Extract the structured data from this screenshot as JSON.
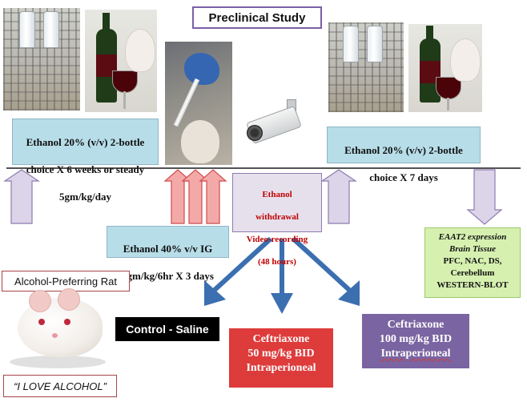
{
  "title": "Preclinical Study",
  "timeline": {
    "phase1": {
      "line1": "Ethanol 20% (v/v) 2-bottle",
      "line2": "choice X 6 weeks or steady",
      "line3": "5gm/kg/day"
    },
    "phase2": {
      "line1": "Ethanol 40% v/v IG",
      "line2": "4gm/kg/6hr X 3 days"
    },
    "withdrawal": {
      "line1": "Ethanol",
      "line2": "withdrawal",
      "line3": "Video-recording",
      "line4": "(48 hours)"
    },
    "phase3": {
      "line1": "Ethanol 20% (v/v) 2-bottle",
      "line2": "choice X 7 days"
    },
    "analysis": {
      "line1": "EAAT2 expression",
      "line2": "Brain Tissue",
      "line3": "PFC, NAC, DS,",
      "line4": "Cerebellum",
      "line5": "WESTERN-BLOT"
    }
  },
  "groups": {
    "control": "Control - Saline",
    "low_dose": {
      "line1": "Ceftriaxone",
      "line2": "50 mg/kg BID",
      "line3": "Intraperioneal"
    },
    "high_dose": {
      "line1": "Ceftriaxone",
      "line2": "100 mg/kg BID",
      "line3": "Intraperioneal"
    }
  },
  "subject": {
    "label": "Alcohol-Preferring Rat",
    "quote": "“I LOVE ALCOHOL”"
  },
  "colors": {
    "title_border": "#7b5ea7",
    "blue_box": "#b7dde8",
    "lavender_box": "#e6e0ec",
    "green_box": "#d6f0b0",
    "red_box": "#de3b3b",
    "purple_box": "#7a64a1",
    "arrow_blue": "#3b6fb0",
    "marker_purple": "#dcd4e8",
    "marker_red": "#f4a9a9"
  }
}
